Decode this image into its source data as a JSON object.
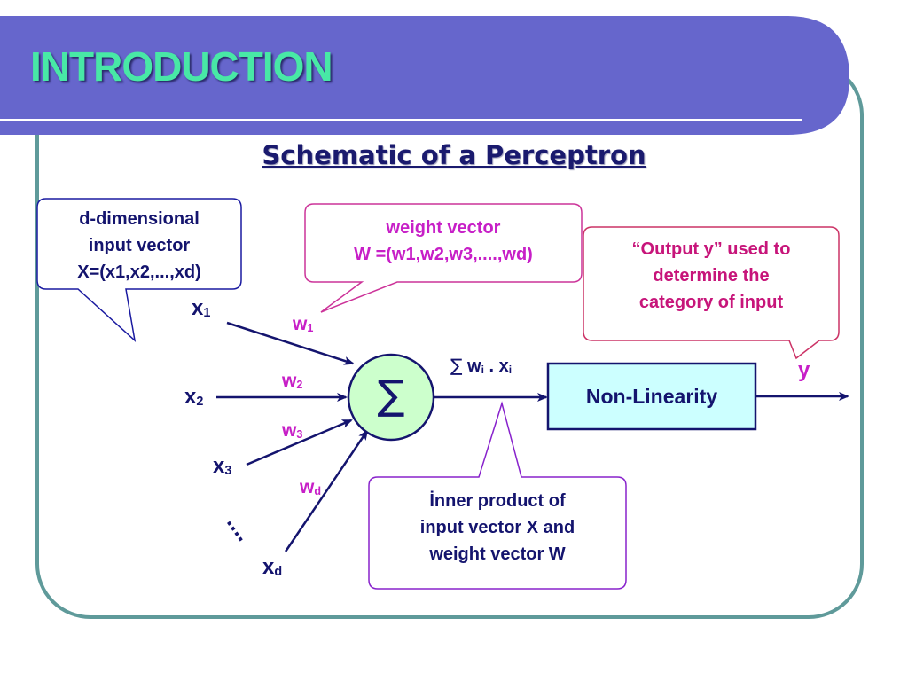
{
  "slide": {
    "header_title": "INTRODUCTION",
    "subtitle": "Schematic of a Perceptron"
  },
  "callouts": {
    "input": {
      "lines": [
        "d-dimensional",
        "input vector",
        "X=(x1,x2,...,xd)"
      ]
    },
    "weight": {
      "lines": [
        "weight vector",
        "W =(w1,w2,w3,....,wd)"
      ]
    },
    "output": {
      "lines": [
        "“Output y” used to",
        "determine the",
        "category of input"
      ]
    },
    "inner": {
      "lines": [
        "İnner product of",
        "input vector X and",
        "weight vector W"
      ]
    }
  },
  "diagram": {
    "inputs": [
      {
        "base": "x",
        "sub": "1"
      },
      {
        "base": "x",
        "sub": "2"
      },
      {
        "base": "x",
        "sub": "3"
      },
      {
        "base": "x",
        "sub": "d"
      }
    ],
    "weights": [
      {
        "base": "w",
        "sub": "1"
      },
      {
        "base": "w",
        "sub": "2"
      },
      {
        "base": "w",
        "sub": "3"
      },
      {
        "base": "w",
        "sub": "d"
      }
    ],
    "ellipsis": "....",
    "sum_symbol": "∑",
    "sum_expression": {
      "sigma": "∑",
      "w": "w",
      "wsub": "i",
      "dot": " . ",
      "x": "x",
      "xsub": "i"
    },
    "nonlinearity_label": "Non-Linearity",
    "output_label": "y"
  },
  "colors": {
    "header_bar": "#6666cc",
    "header_text": "#48e8a6",
    "frame_border": "#5f9a9a",
    "navy": "#14146e",
    "magenta": "#c71fc7",
    "sum_node_fill": "#ccffcc",
    "nonlinearity_fill": "#ccffff",
    "input_callout_border": "#1a1aa0",
    "weight_callout_border": "#cc3399",
    "output_callout_border": "#cc3366",
    "inner_callout_border": "#8822cc"
  }
}
